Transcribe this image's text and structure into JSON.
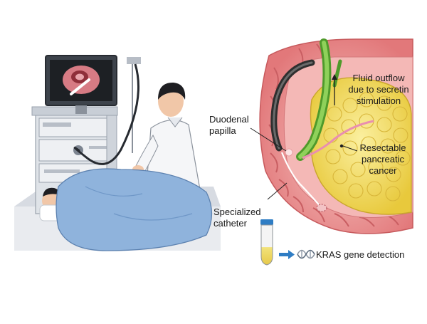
{
  "labels": {
    "fluid_outflow": "Fluid outflow\ndue to secretin\nstimulation",
    "duodenal_papilla": "Duodenal\npapilla",
    "resectable_cancer": "Resectable\npancreatic\ncancer",
    "specialized_catheter": "Specialized\ncatheter",
    "kras_detection": "KRAS gene detection"
  },
  "icons": [
    "endoscopy-tower-icon",
    "monitor-icon",
    "doctor-icon",
    "patient-icon",
    "endoscope-icon",
    "sample-tube-icon",
    "arrow-right-icon",
    "dna-strand-icon"
  ],
  "colors": {
    "duodenum_wall": "#e98a8c",
    "pancreas": "#f2de62",
    "bile_duct": "#7cc24a",
    "catheter": "#3a3a3a",
    "blanket": "#8fb3dc",
    "arrow": "#2f7dc4"
  }
}
